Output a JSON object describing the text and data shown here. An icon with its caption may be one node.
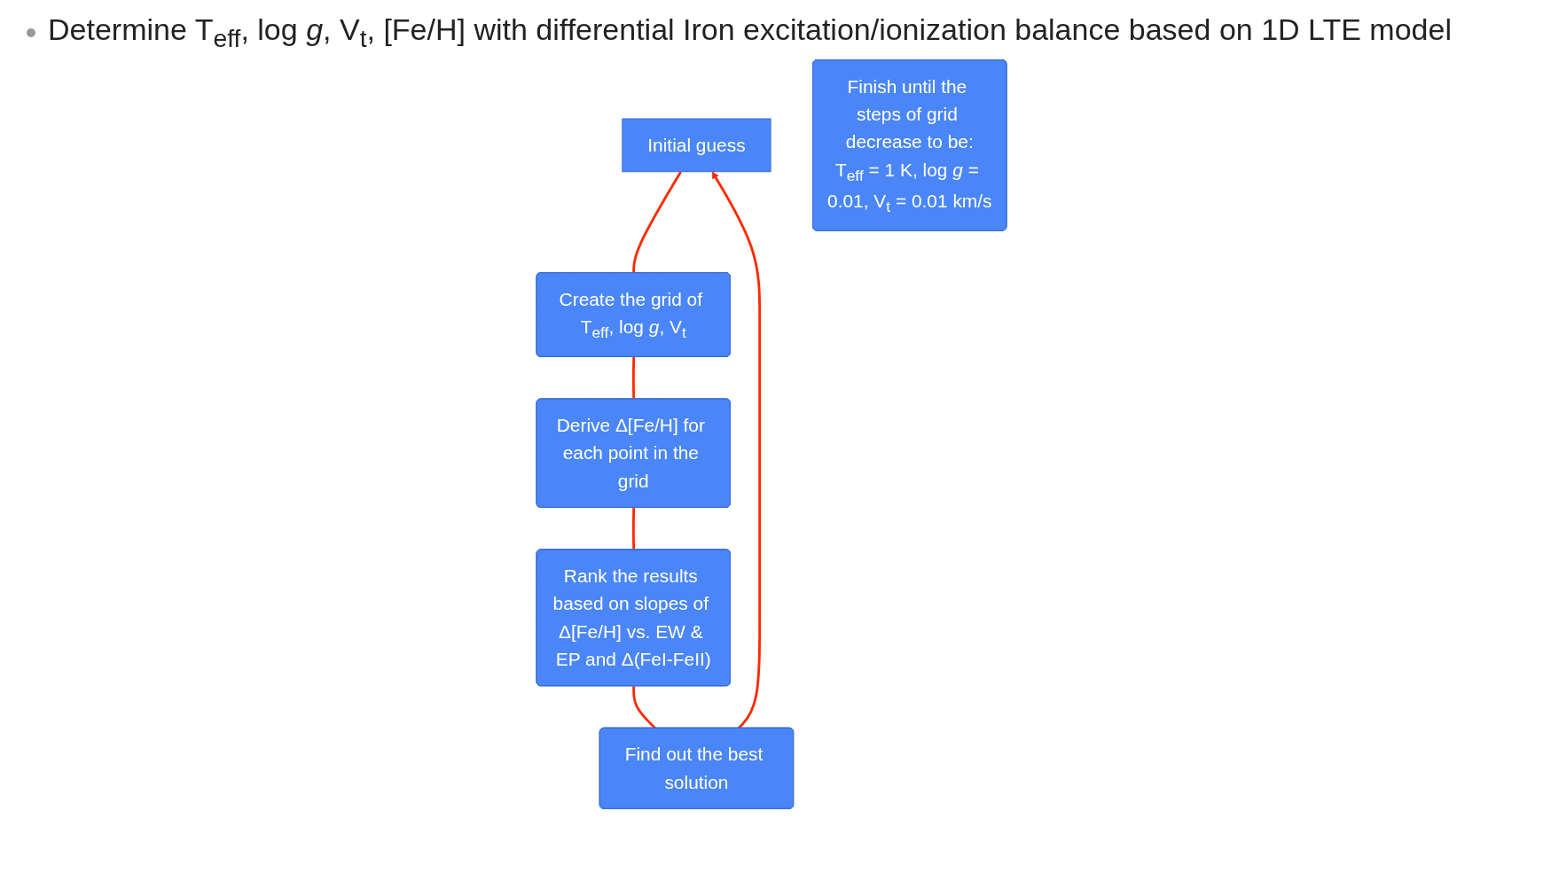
{
  "diagram": {
    "nodes": [
      {
        "text": [
          "Initial guess"
        ]
      },
      {
        "text": [
          "Find out the best solution"
        ]
      },
      {
        "text": [
          "Finish until the steps of grid decrease to be:",
          "T$_{eff}$ = 1 K, log *g* = 0.01, V$_{t}$ = 0.01 km/s"
        ]
      },
      {
        "text": [
          "Create the grid of T$_{eff}$, log *g*, V$_{t}$"
        ]
      },
      {
        "text": [
          "Rank the results based on slopes of Δ[Fe/H] vs. EW & EP and Δ(FeI-FeII)"
        ]
      },
      {
        "text": [
          "Derive Δ[Fe/H] for each point in the grid"
        ]
      }
    ],
    "edges": [
      {
        "from": 0,
        "to": 3,
        "arrow": "none"
      },
      {
        "from": 3,
        "to": 5,
        "arrow": "none"
      },
      {
        "from": 5,
        "to": 4,
        "arrow": "none"
      },
      {
        "from": 4,
        "to": 1,
        "arrow": "none"
      },
      {
        "from": 1,
        "to": 0,
        "arrow": "to"
      }
    ],
    "labels": [
      "Determine T$_{eff}$, log *g*, V$_{t}$, [Fe/H] with differential Iron excitation/ionization balance based on 1D LTE model"
    ]
  }
}
